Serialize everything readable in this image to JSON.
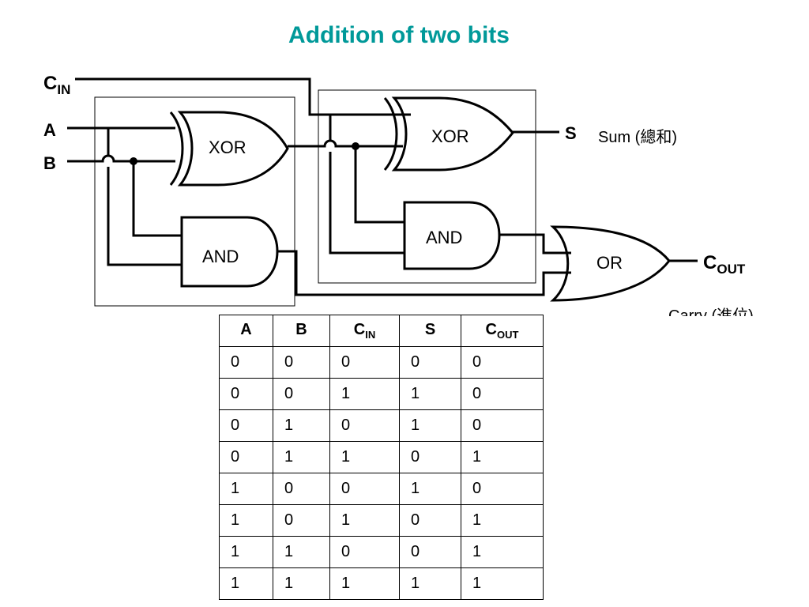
{
  "title": "Addition of two bits",
  "title_color": "#009999",
  "inputs": {
    "cin_main": "C",
    "cin_sub": "IN",
    "a": "A",
    "b": "B"
  },
  "gates": {
    "xor1": "XOR",
    "and1": "AND",
    "xor2": "XOR",
    "and2": "AND",
    "or": "OR"
  },
  "outputs": {
    "s": "S",
    "sum_label": "Sum (總和)",
    "cout_main": "C",
    "cout_sub": "OUT",
    "carry_label": "Carry (進位)"
  },
  "table": {
    "headers": [
      {
        "main": "A",
        "sub": ""
      },
      {
        "main": "B",
        "sub": ""
      },
      {
        "main": "C",
        "sub": "IN"
      },
      {
        "main": "S",
        "sub": ""
      },
      {
        "main": "C",
        "sub": "OUT"
      }
    ],
    "rows": [
      [
        "0",
        "0",
        "0",
        "0",
        "0"
      ],
      [
        "0",
        "0",
        "1",
        "1",
        "0"
      ],
      [
        "0",
        "1",
        "0",
        "1",
        "0"
      ],
      [
        "0",
        "1",
        "1",
        "0",
        "1"
      ],
      [
        "1",
        "0",
        "0",
        "1",
        "0"
      ],
      [
        "1",
        "0",
        "1",
        "0",
        "1"
      ],
      [
        "1",
        "1",
        "0",
        "0",
        "1"
      ],
      [
        "1",
        "1",
        "1",
        "1",
        "1"
      ]
    ]
  }
}
